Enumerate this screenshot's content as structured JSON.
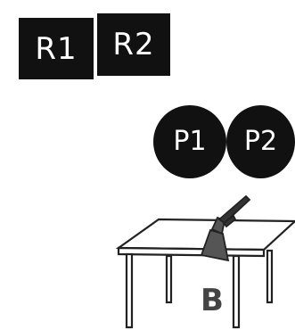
{
  "tiles": {
    "r1": "R1",
    "r2": "R2"
  },
  "discs": {
    "p1": "P1",
    "p2": "P2"
  },
  "table": {
    "label": "B"
  },
  "colors": {
    "tile_fill": "#111111",
    "tile_text": "#ffffff",
    "label_text": "#444444",
    "line": "#222222"
  },
  "icons": {
    "object_on_table": "spray-bottle-icon"
  }
}
